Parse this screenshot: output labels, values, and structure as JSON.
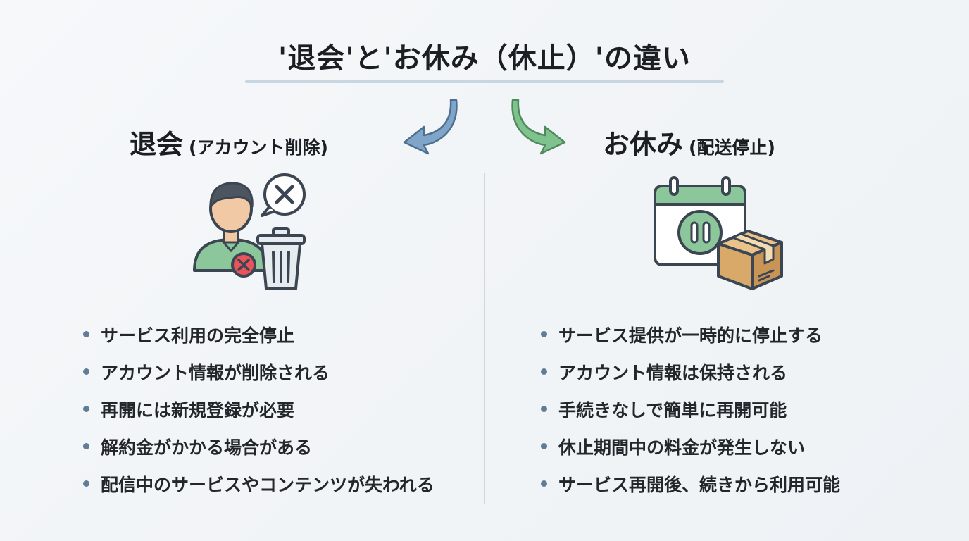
{
  "title": "'退会'と'お休み（休止）'の違い",
  "left": {
    "heading": "退会",
    "subheading": "(アカウント削除)",
    "items": [
      "サービス利用の完全停止",
      "アカウント情報が削除される",
      "再開には新規登録が必要",
      "解約金がかかる場合がある",
      "配信中のサービスやコンテンツが失われる"
    ]
  },
  "right": {
    "heading": "お休み",
    "subheading": "(配送停止)",
    "items": [
      "サービス提供が一時的に停止する",
      "アカウント情報は保持される",
      "手続きなしで簡単に再開可能",
      "休止期間中の料金が発生しない",
      "サービス再開後、続きから利用可能"
    ]
  },
  "colors": {
    "left_arrow": "#7fa6c9",
    "right_arrow": "#7fc28e",
    "bullet": "#5f7d99",
    "accent_green": "#8bc79a",
    "delete_red": "#e9545a"
  },
  "icons": {
    "left": [
      "user-icon",
      "speech-bubble-x-icon",
      "trash-can-icon",
      "remove-badge-icon"
    ],
    "right": [
      "calendar-icon",
      "pause-icon",
      "package-box-icon"
    ]
  }
}
